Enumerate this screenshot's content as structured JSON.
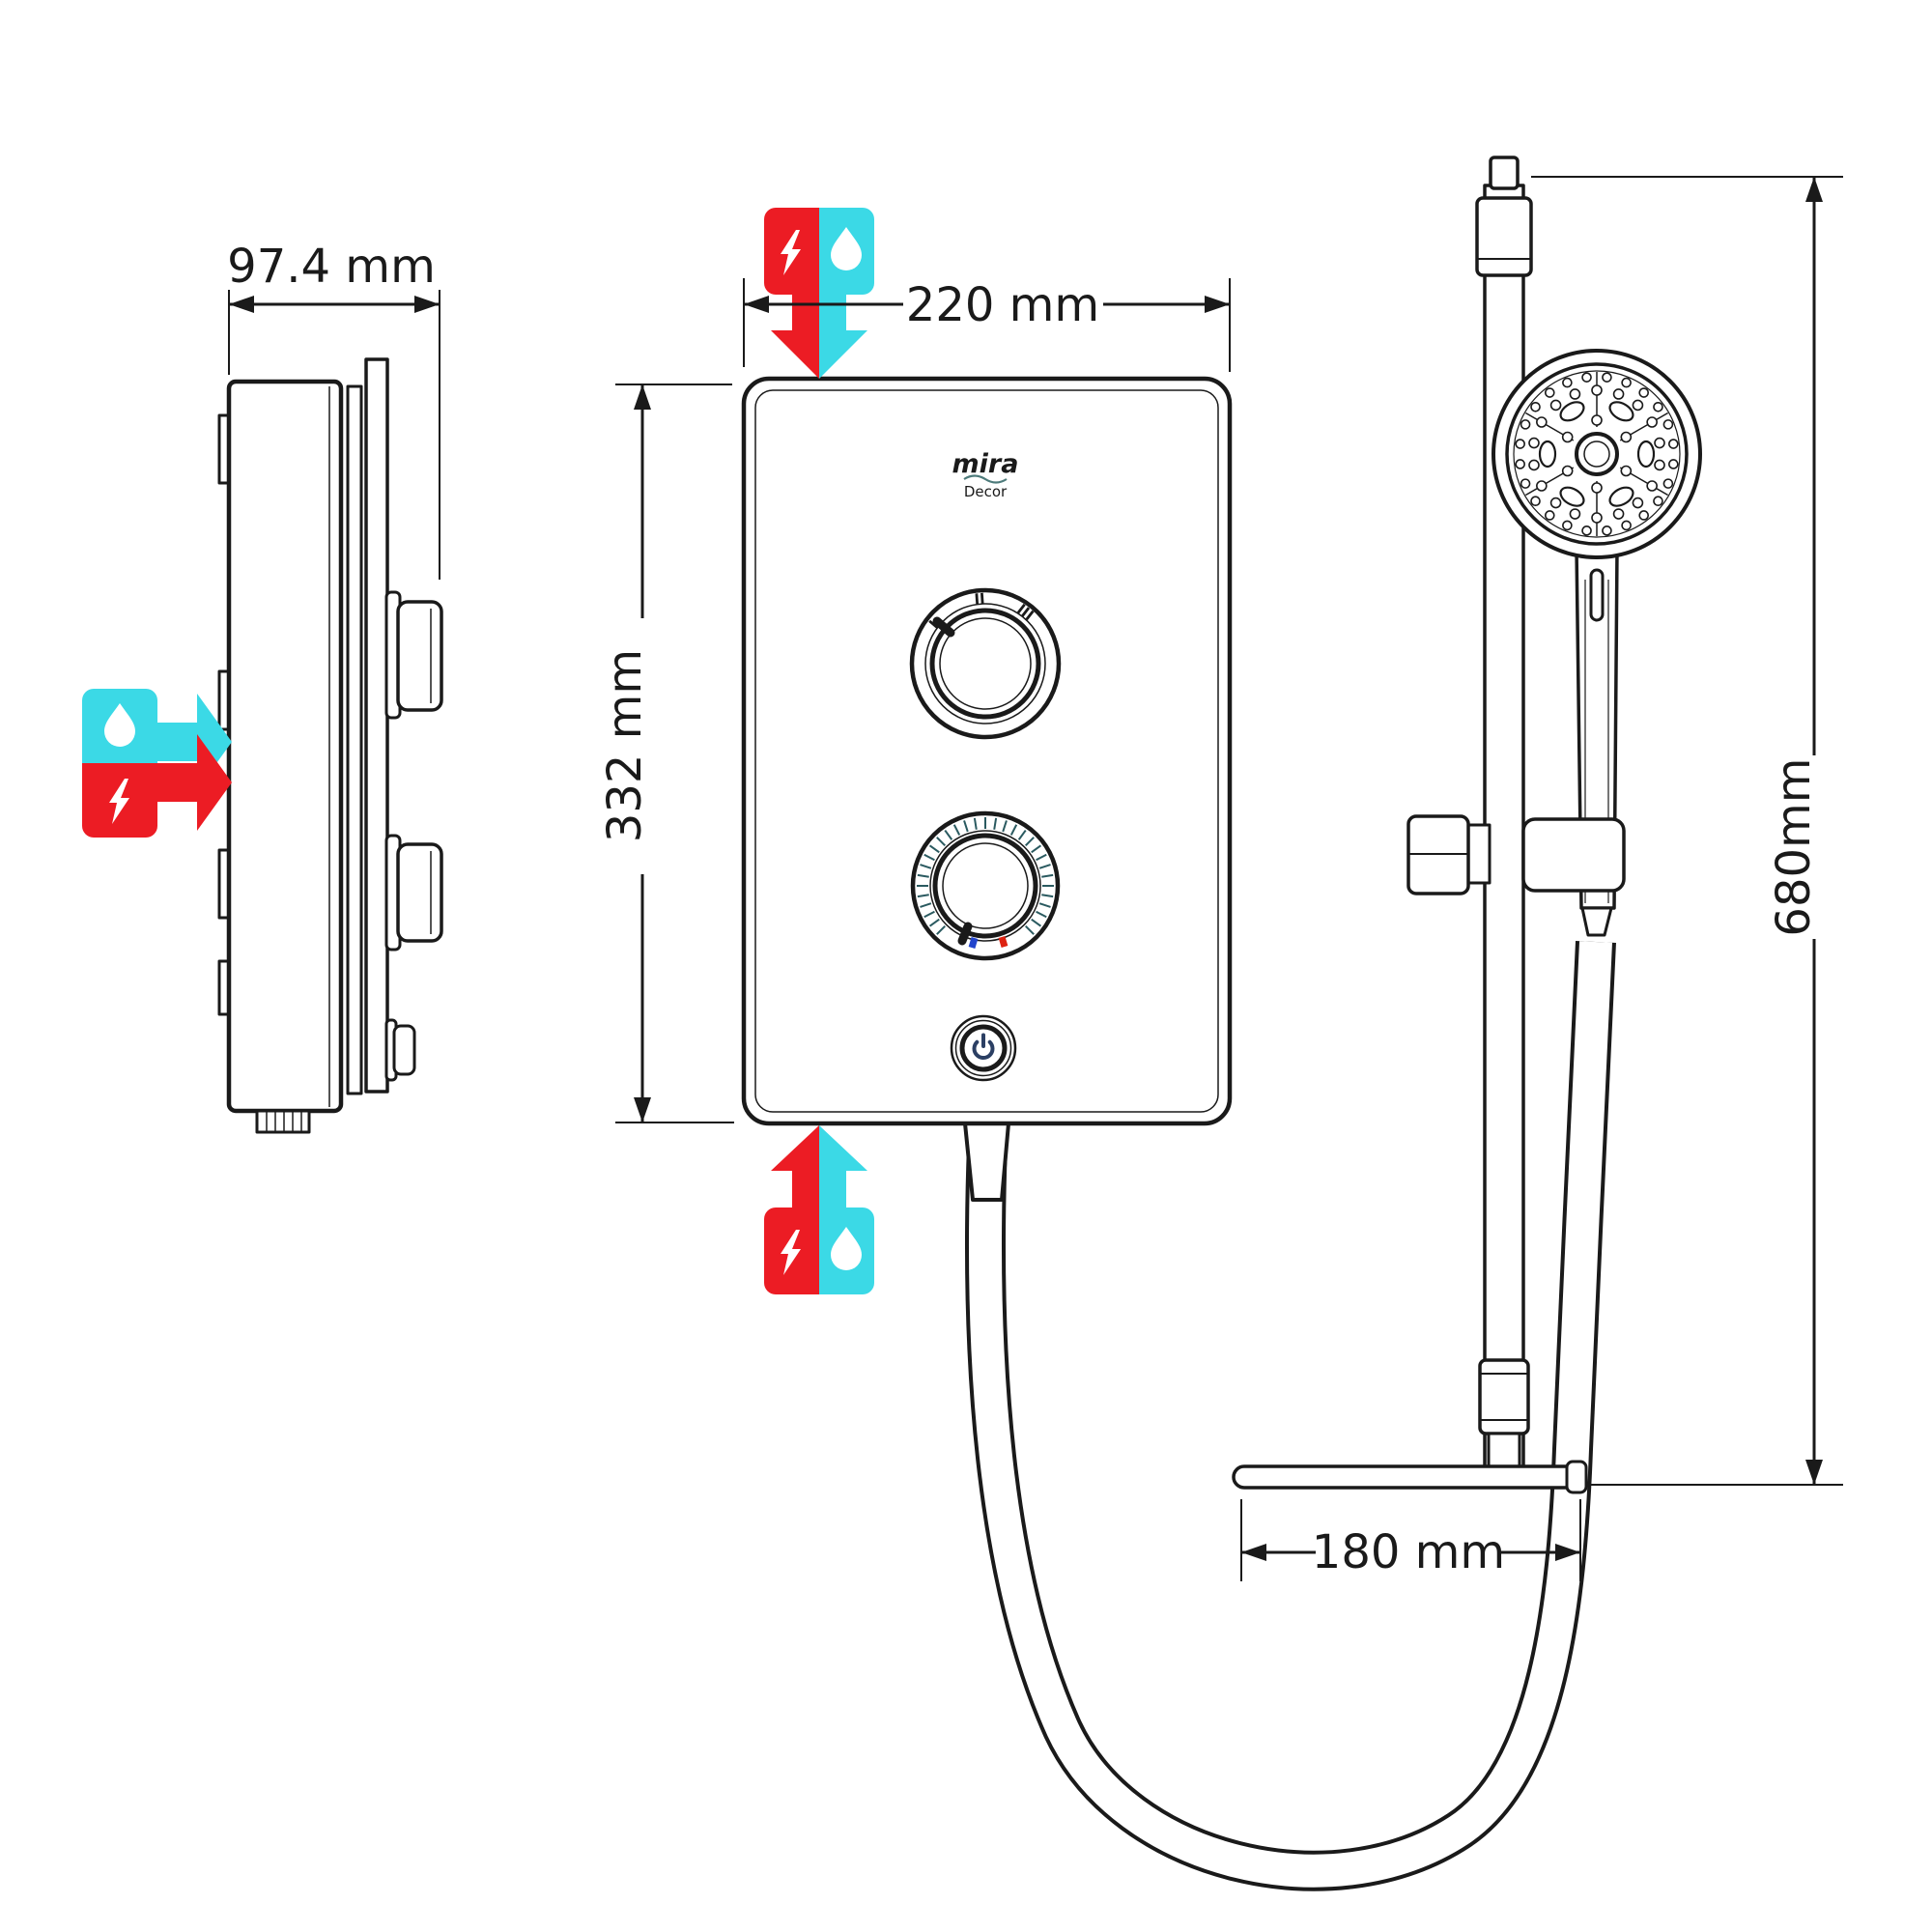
{
  "brand": {
    "name": "mira",
    "model": "Decor"
  },
  "dimensions": {
    "side_depth": "97.4 mm",
    "front_width": "220 mm",
    "front_height": "332 mm",
    "rail_height": "680mm",
    "shelf_width": "180 mm"
  },
  "power_dial": {
    "marks": [
      "I",
      "II",
      "III"
    ]
  },
  "icons": {
    "water": "water-droplet",
    "electric": "lightning-bolt",
    "power": "power-symbol"
  },
  "colors": {
    "accent_cyan": "#3BD9E6",
    "accent_red": "#EC1C24",
    "brand_teal": "#4D7B7B",
    "dial_teal": "#2A5A60",
    "power_navy": "#2B3F63",
    "cold_blue": "#2244CC",
    "hot_red": "#DD2211",
    "line": "#1A1A1A"
  }
}
